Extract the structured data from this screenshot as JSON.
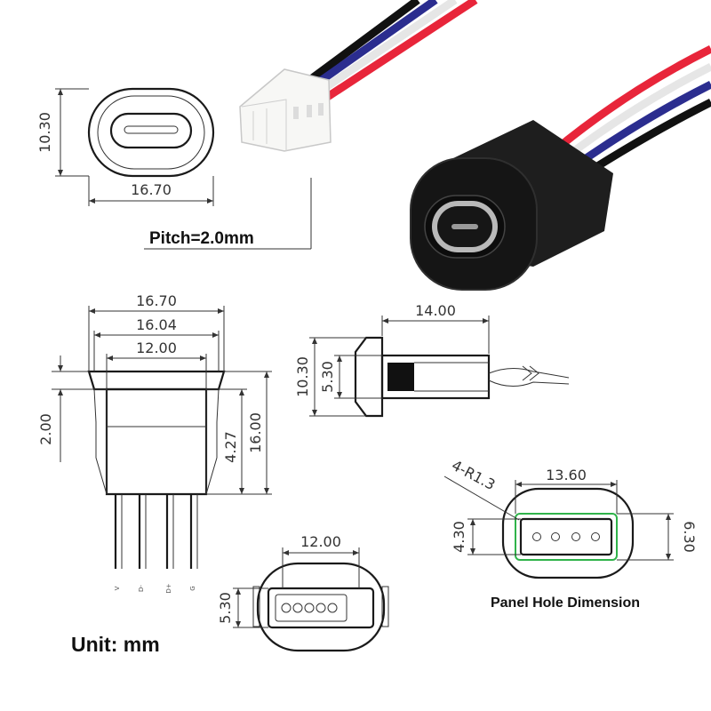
{
  "top_drawing": {
    "height": "10.30",
    "width": "16.70"
  },
  "pitch_label": "Pitch=2.0mm",
  "front_view": {
    "width_outer": "16.70",
    "width_mid": "16.04",
    "width_inner": "12.00",
    "flange": "2.00",
    "body": "4.27",
    "total": "16.00",
    "pins": [
      "V",
      "D-",
      "D+",
      "G"
    ]
  },
  "side_view": {
    "length": "14.00",
    "outer_h": "10.30",
    "inner_h": "5.30"
  },
  "bottom_view": {
    "width": "12.00",
    "height": "5.30"
  },
  "panel": {
    "title": "Panel Hole Dimension",
    "radius": "4-R1.3",
    "width": "13.60",
    "inner_h": "4.30",
    "outer_h": "6.30"
  },
  "unit_label": "Unit: mm",
  "wire_colors": {
    "black": "#111111",
    "blue": "#2b2d8f",
    "white": "#f2f2f2",
    "red": "#e8253a"
  }
}
